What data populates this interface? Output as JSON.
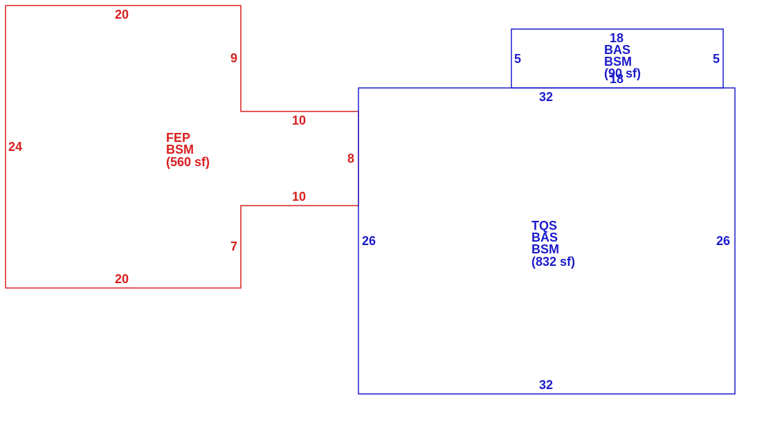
{
  "colors": {
    "red": "#d81e1e",
    "blue": "#1a1acc"
  },
  "fep": {
    "dims": {
      "top": "20",
      "upper_right": "9",
      "upper_step": "10",
      "mid": "8",
      "lower_step": "10",
      "lower_right": "7",
      "bottom": "20",
      "left": "24"
    },
    "codes": [
      "FEP",
      "BSM"
    ],
    "area": "(560 sf)"
  },
  "tqs": {
    "dims": {
      "top": "32",
      "bottom": "32",
      "left": "26",
      "right": "26"
    },
    "codes": [
      "TQS",
      "BAS",
      "BSM"
    ],
    "area": "(832 sf)"
  },
  "bas": {
    "dims": {
      "top": "18",
      "bottom": "18",
      "left": "5",
      "right": "5"
    },
    "codes": [
      "BAS",
      "BSM"
    ],
    "area": "(90 sf)"
  }
}
